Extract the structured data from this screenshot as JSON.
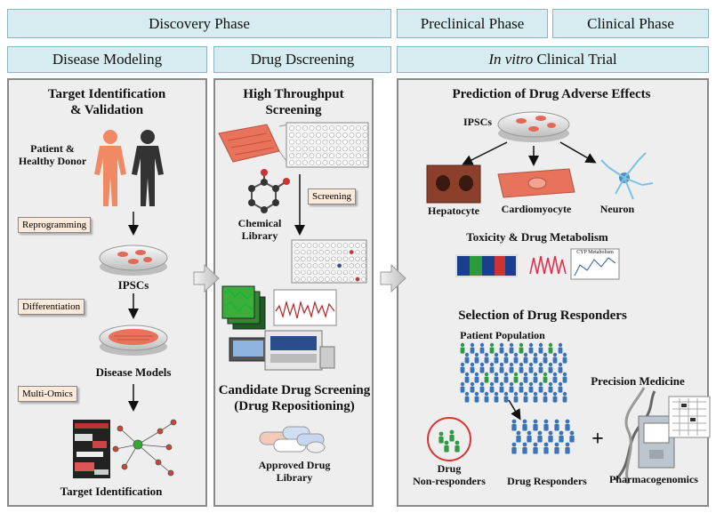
{
  "phases": {
    "discovery": "Discovery Phase",
    "preclinical": "Preclinical Phase",
    "clinical": "Clinical Phase"
  },
  "subheaders": {
    "disease_modeling": "Disease Modeling",
    "drug_screening": "Drug Dscreening",
    "in_vitro_italic": "In vitro",
    "clinical_trial": " Clinical Trial"
  },
  "left": {
    "title_line1": "Target Identification",
    "title_line2": "& Validation",
    "patient_line1": "Patient &",
    "patient_line2": "Healthy Donor",
    "reprogramming": "Reprogramming",
    "ipscs": "IPSCs",
    "differentiation": "Differentiation",
    "disease_models": "Disease Models",
    "multi_omics": "Multi-Omics",
    "target_identification": "Target Identification"
  },
  "middle": {
    "hts_line1": "High Throughput",
    "hts_line2": "Screening",
    "screening": "Screening",
    "chemical_line1": "Chemical",
    "chemical_line2": "Library",
    "candidate_line1": "Candidate Drug Screening",
    "candidate_line2": "(Drug Repositioning)",
    "approved_line1": "Approved Drug",
    "approved_line2": "Library"
  },
  "right": {
    "prediction_title": "Prediction of Drug Adverse Effects",
    "ipscs": "IPSCs",
    "hepatocyte": "Hepatocyte",
    "cardiomyocyte": "Cardiomyocyte",
    "neuron": "Neuron",
    "toxicity": "Toxicity & Drug Metabolism",
    "cyp_chart_title": "CYP Metabolism",
    "selection_title": "Selection of  Drug Responders",
    "patient_population": "Patient Population",
    "precision_medicine": "Precision Medicine",
    "non_responders_line1": "Drug",
    "non_responders_line2": "Non-responders",
    "responders": "Drug Responders",
    "plus": "+",
    "pharmacogenomics": "Pharmacogenomics"
  },
  "colors": {
    "header_bg": "#d6ecf0",
    "panel_bg": "#eeeeee",
    "tag_bg": "#fbe9da",
    "cell_red": "#e06a55",
    "responder_blue": "#3a73b8",
    "non_responder_green": "#2e9a48"
  }
}
